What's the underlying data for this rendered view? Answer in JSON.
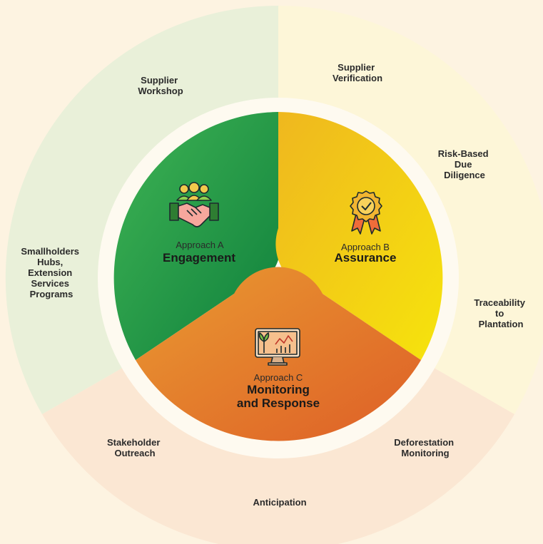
{
  "colors": {
    "background": "#fdf3e1",
    "ring_green": "#e9f0d9",
    "ring_yellow": "#fdf6d8",
    "ring_orange": "#fbe7d3",
    "inner_ring": "#fefaf0",
    "approach_a": "#1c9a45",
    "approach_b": "#f2c81e",
    "approach_c": "#e37a2c"
  },
  "approaches": {
    "a": {
      "prefix": "Approach A",
      "title": "Engagement",
      "icon": "handshake-team-icon"
    },
    "b": {
      "prefix": "Approach B",
      "title": "Assurance",
      "icon": "award-badge-icon"
    },
    "c": {
      "prefix": "Approach C",
      "title_line1": "Monitoring",
      "title_line2": "and Response",
      "icon": "monitor-analytics-icon"
    }
  },
  "outer_labels": {
    "supplier_workshop": [
      "Supplier",
      "Workshop"
    ],
    "supplier_verification": [
      "Supplier",
      "Verification"
    ],
    "risk_based": [
      "Risk-Based",
      "Due",
      "Diligence"
    ],
    "smallholders": [
      "Smallholders",
      "Hubs,",
      "Extension",
      "Services",
      "Programs"
    ],
    "traceability": [
      "Traceability",
      "to",
      "Plantation"
    ],
    "stakeholder": [
      "Stakeholder",
      "Outreach"
    ],
    "deforestation": [
      "Deforestation",
      "Monitoring"
    ],
    "anticipation": [
      "Anticipation"
    ]
  }
}
